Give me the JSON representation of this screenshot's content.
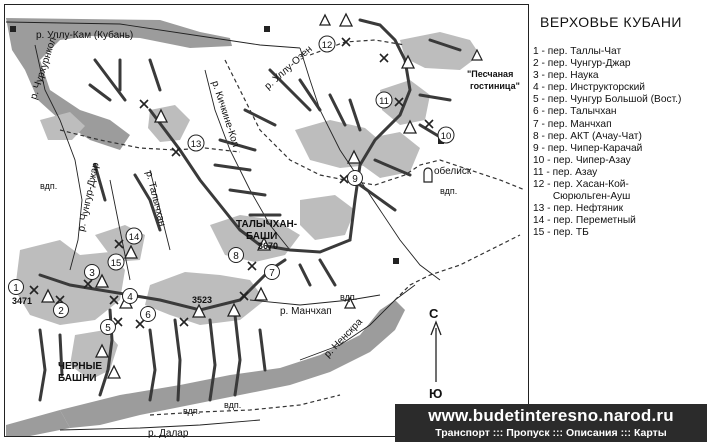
{
  "map_title": "ВЕРХОВЬЕ КУБАНИ",
  "legend": [
    "1 - пер. Таллы-Чат",
    "2 - пер. Чунгур-Джар",
    "3 - пер. Наука",
    "4 - пер. Инструкторский",
    "5 - пер. Чунгур Большой (Вост.)",
    "6 - пер. Талычхан",
    "7 - пер. Манчхап",
    "8 - пер. АКТ (Ачау-Чат)",
    "9 - пер. Чипер-Карачай",
    "10 - пер. Чипер-Азау",
    "11 - пер. Азау",
    "12 - пер. Хасан-Кой-",
    "       Сюрюльген-Ауш",
    "13 - пер. Нефтяник",
    "14 - пер. Переметный",
    "15 - пер. ТБ"
  ],
  "rivers": {
    "ulu_kam": "р. Уллу-Кам (Кубань)",
    "churkhurkol": "р. Чурхурнкол",
    "ulu_ozen": "р. Уллу-Озен",
    "kichkine_kol": "р. Кичкине-Кол",
    "chungur_dzhar": "р. Чунгур-Джар",
    "talychkhan": "р. Талычхан",
    "manchkhap": "р. Манчхап",
    "nenskra": "р. Ненскра",
    "dalar": "р. Далар"
  },
  "places": {
    "hotel": "\"Песчаная гостиница\"",
    "obelisk": "обелиск",
    "massif_line1": "ТАЛЫЧХАН-",
    "massif_line2": "БАШИ",
    "black_towers_line1": "ЧЕРНЫЕ",
    "black_towers_line2": "БАШНИ",
    "vdp": "вдп."
  },
  "heights": {
    "h3471": "3471",
    "h3670": "3670",
    "h3523": "3523"
  },
  "compass": {
    "south": "С",
    "north": "Ю"
  },
  "pass_numbers": [
    "1",
    "2",
    "3",
    "4",
    "5",
    "6",
    "7",
    "8",
    "9",
    "10",
    "11",
    "12",
    "13",
    "14",
    "15"
  ],
  "footer": {
    "url": "www.budetinteresno.narod.ru",
    "link_transport": "Транспорт",
    "link_pass": "Пропуск",
    "link_descriptions": "Описания",
    "link_maps": "Карты",
    "separator": ":::"
  },
  "colors": {
    "glacier": "#bdbdbd",
    "valley": "#9c9c9c",
    "ridge": "#3a3a3a",
    "footer_bg": "#2b2b2b"
  }
}
